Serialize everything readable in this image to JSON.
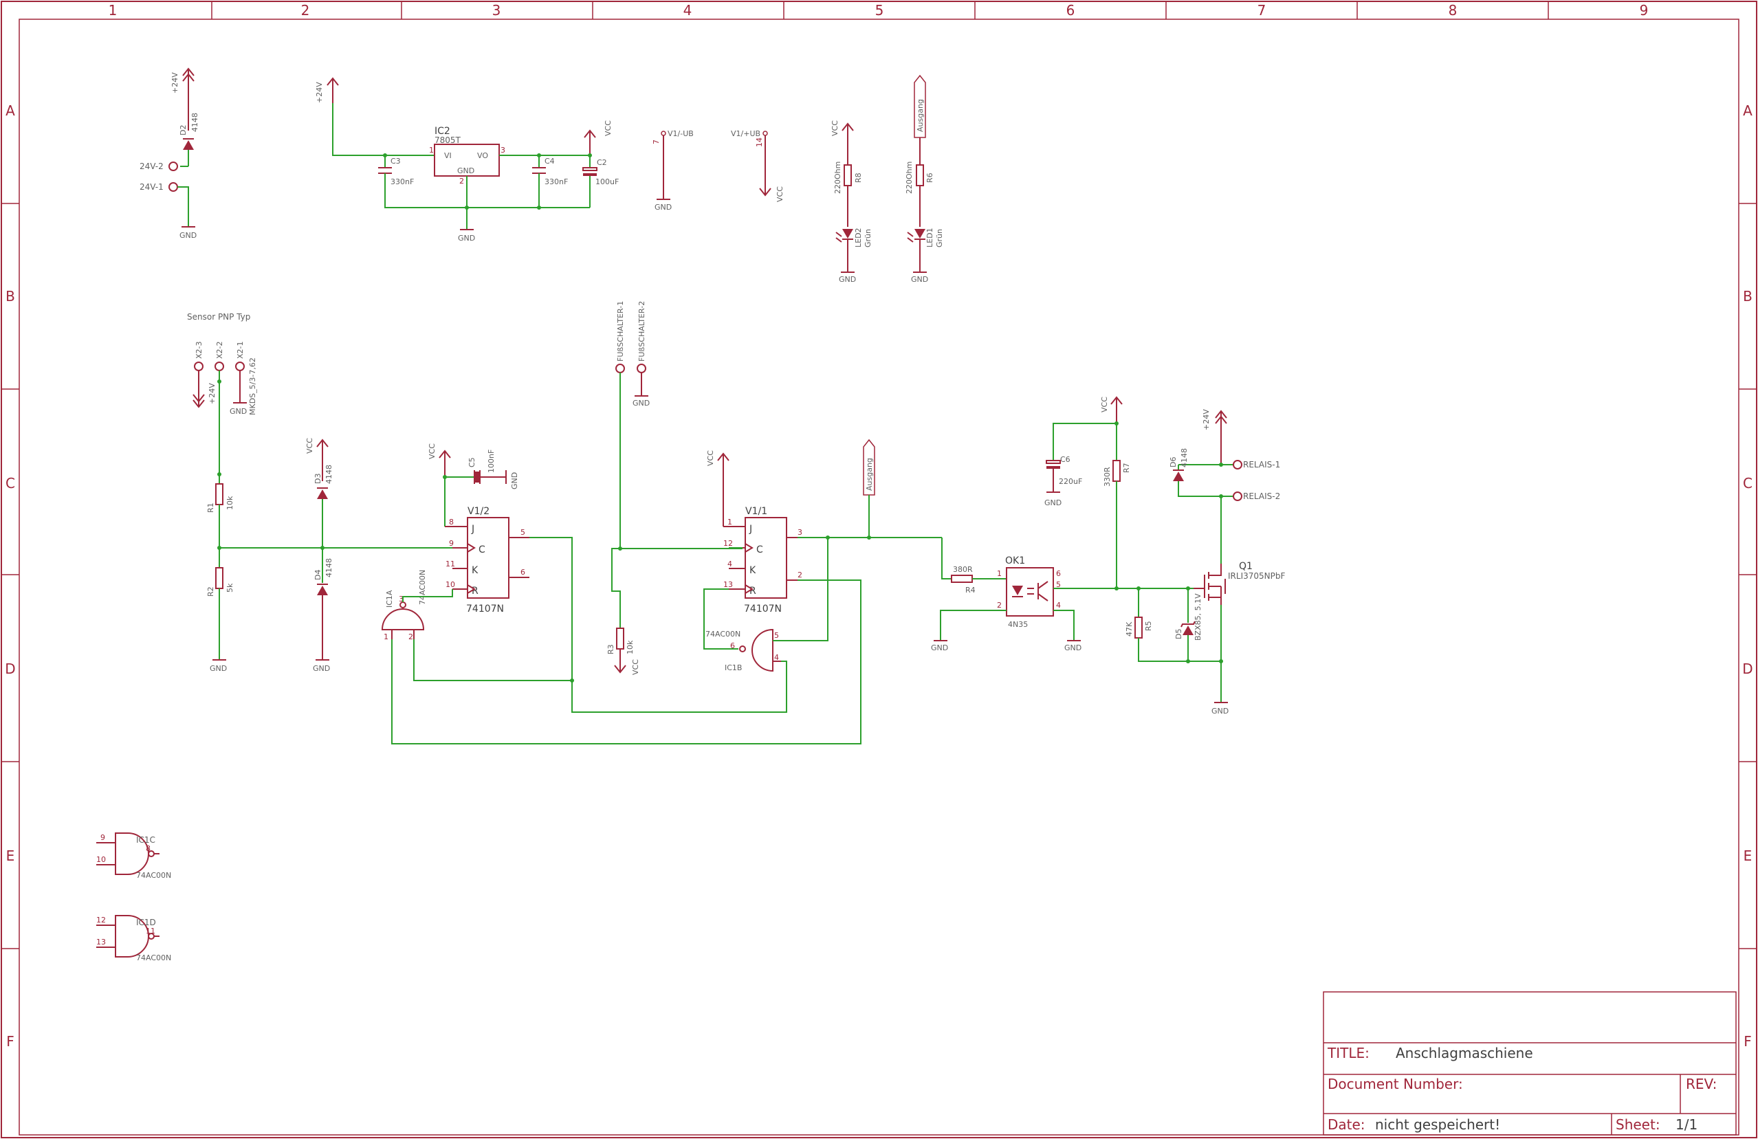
{
  "frame": {
    "columns": [
      "1",
      "2",
      "3",
      "4",
      "5",
      "6",
      "7",
      "8",
      "9"
    ],
    "rows": [
      "A",
      "B",
      "C",
      "D",
      "E",
      "F"
    ]
  },
  "title_block": {
    "title_label": "TITLE:",
    "title_value": "Anschlagmaschiene",
    "docnum_label": "Document Number:",
    "rev_label": "REV:",
    "date_label": "Date:",
    "date_value": "nicht gespeichert!",
    "sheet_label": "Sheet:",
    "sheet_value": "1/1"
  },
  "labels": {
    "sensor_title": "Sensor PNP Typ",
    "supply_pos": "+24V",
    "vcc": "VCC",
    "gnd": "GND",
    "x2_1": "X2-1",
    "x2_2": "X2-2",
    "x2_3": "X2-3",
    "x2_pkg": "MKDS_5/3-7,62",
    "in_24v_2": "24V-2",
    "in_24v_1": "24V-1",
    "d2": "D2",
    "d2_val": "4148",
    "d3": "D3",
    "d3_val": "4148",
    "d4": "D4",
    "d4_val": "4148",
    "d6": "D6",
    "d6_val": "4148",
    "d5": "D5",
    "d5_val": "BZX85, 5.1V",
    "ic2": "IC2",
    "ic2_val": "7805T",
    "ic2_vi": "VI",
    "ic2_vo": "VO",
    "ic2_gnd": "GND",
    "c3": "C3",
    "c3_val": "330nF",
    "c4": "C4",
    "c4_val": "330nF",
    "c2": "C2",
    "c2_val": "100uF",
    "c5": "C5",
    "c5_val": "100nF",
    "c6": "C6",
    "c6_val": "220uF",
    "v1_minus": "V1/-UB",
    "v1_plus": "V1/+UB",
    "r8": "R8",
    "r8_val": "220Ohm",
    "r6": "R6",
    "r6_val": "220Ohm",
    "led2": "LED2",
    "led1": "LED1",
    "led_val": "Grün",
    "ausgang": "Ausgang",
    "r1": "R1",
    "r1_val": "10k",
    "r2": "R2",
    "r2_val": "5k",
    "r3": "R3",
    "r3_val": "10k",
    "r4": "R4",
    "r4_val": "380R",
    "r5": "R5",
    "r5_val": "47K",
    "r7": "R7",
    "r7_val": "330R",
    "v1_2": "V1/2",
    "v1_1": "V1/1",
    "ff_val": "74107N",
    "ff_j": "J",
    "ff_c": "C",
    "ff_k": "K",
    "ff_r": "R",
    "ic1a": "IC1A",
    "ic1b": "IC1B",
    "ic1c": "IC1C",
    "ic1d": "IC1D",
    "nand_val": "74AC00N",
    "fs1": "FUßSCHALTER-1",
    "fs2": "FUßSCHALTER-2",
    "ok1": "OK1",
    "ok1_val": "4N35",
    "q1": "Q1",
    "q1_val": "IRLI3705NPbF",
    "relais1": "RELAIS-1",
    "relais2": "RELAIS-2"
  },
  "pins": {
    "p1": "1",
    "p2": "2",
    "p3": "3",
    "p4": "4",
    "p5": "5",
    "p6": "6",
    "p7": "7",
    "p8": "8",
    "p9": "9",
    "p10": "10",
    "p11": "11",
    "p12": "12",
    "p13": "13",
    "p14": "14"
  }
}
